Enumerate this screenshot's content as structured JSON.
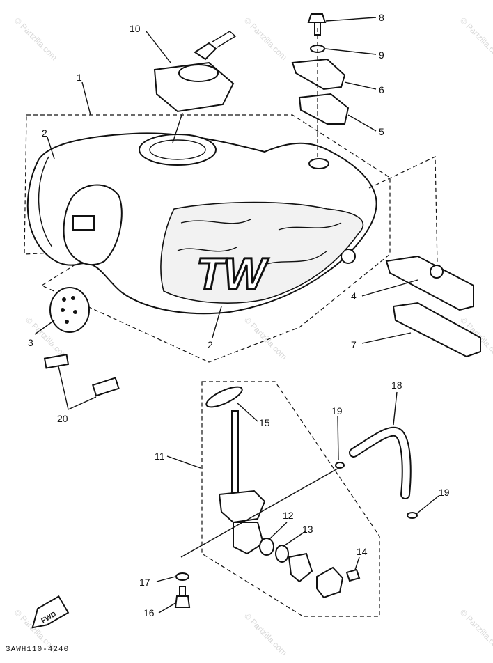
{
  "watermark": "© Partzilla.com",
  "diagram_code": "3AWH110-4240",
  "fwd_label": "FWD",
  "callouts": {
    "c1": "1",
    "c2a": "2",
    "c2b": "2",
    "c3": "3",
    "c4": "4",
    "c5": "5",
    "c6": "6",
    "c7": "7",
    "c8": "8",
    "c9": "9",
    "c10": "10",
    "c11": "11",
    "c12": "12",
    "c13": "13",
    "c14": "14",
    "c15": "15",
    "c16": "16",
    "c17": "17",
    "c18": "18",
    "c19a": "19",
    "c19b": "19",
    "c20": "20"
  },
  "tank_logo": "TW"
}
